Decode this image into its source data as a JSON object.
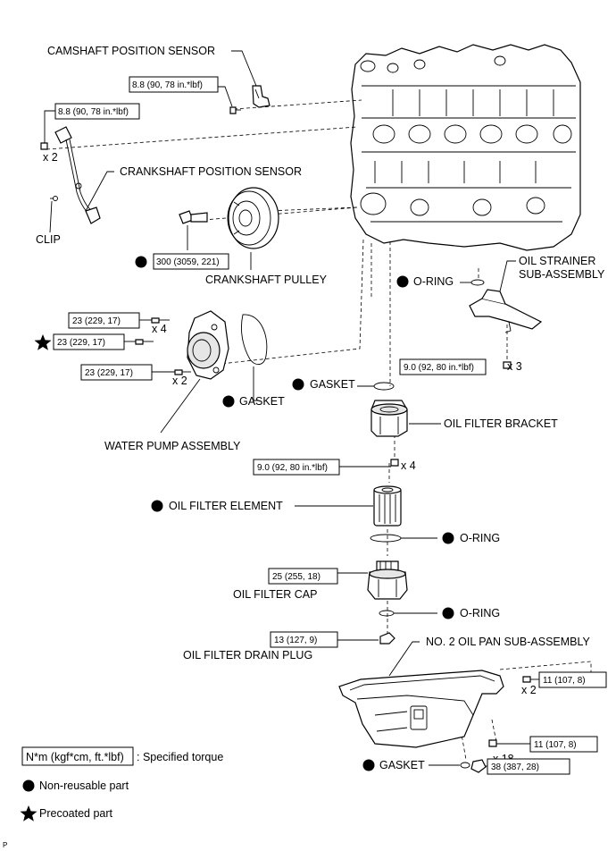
{
  "parts": {
    "camshaft_sensor": "CAMSHAFT POSITION SENSOR",
    "crankshaft_sensor": "CRANKSHAFT POSITION SENSOR",
    "clip": "CLIP",
    "crankshaft_pulley": "CRANKSHAFT PULLEY",
    "water_pump": "WATER PUMP ASSEMBLY",
    "gasket_pump": "GASKET",
    "oring_strainer": "O-RING",
    "oil_strainer_1": "OIL STRAINER",
    "oil_strainer_2": "SUB-ASSEMBLY",
    "gasket_bracket": "GASKET",
    "oil_filter_bracket": "OIL FILTER BRACKET",
    "oil_filter_element": "OIL FILTER ELEMENT",
    "oring_element": "O-RING",
    "oil_filter_cap": "OIL FILTER CAP",
    "oring_cap": "O-RING",
    "oil_filter_drain_plug": "OIL FILTER DRAIN PLUG",
    "oil_pan": "NO. 2 OIL PAN SUB-ASSEMBLY",
    "gasket_pan": "GASKET"
  },
  "torques": {
    "camshaft_sensor": "8.8 (90, 78 in.*lbf)",
    "crank_sensor_bolt": "8.8 (90, 78 in.*lbf)",
    "crank_pulley": "300 (3059, 221)",
    "water_pump_a": "23 (229, 17)",
    "water_pump_b": "23 (229, 17)",
    "water_pump_c": "23 (229, 17)",
    "oil_strainer": "9.0 (92, 80 in.*lbf)",
    "oil_filter_bracket": "9.0 (92, 80 in.*lbf)",
    "oil_filter_cap": "25 (255, 18)",
    "drain_plug": "13 (127, 9)",
    "oil_pan_a": "11 (107, 8)",
    "oil_pan_b": "11 (107, 8)",
    "oil_pan_drain": "38 (387, 28)"
  },
  "quantities": {
    "crank_sensor_bolt": "x 2",
    "water_pump_a": "x 4",
    "water_pump_c": "x 2",
    "oil_strainer": "x 3",
    "oil_filter_bracket": "x 4",
    "oil_pan_a": "x 2",
    "oil_pan_b": "x 18"
  },
  "legend": {
    "torque_unit": "N*m (kgf*cm, ft.*lbf)",
    "torque_desc": ": Specified torque",
    "non_reusable": "Non-reusable part",
    "precoated": "Precoated part"
  },
  "corner_mark": "P",
  "icons": {
    "non_reusable": "filled-circle-icon",
    "precoated": "star-icon"
  }
}
